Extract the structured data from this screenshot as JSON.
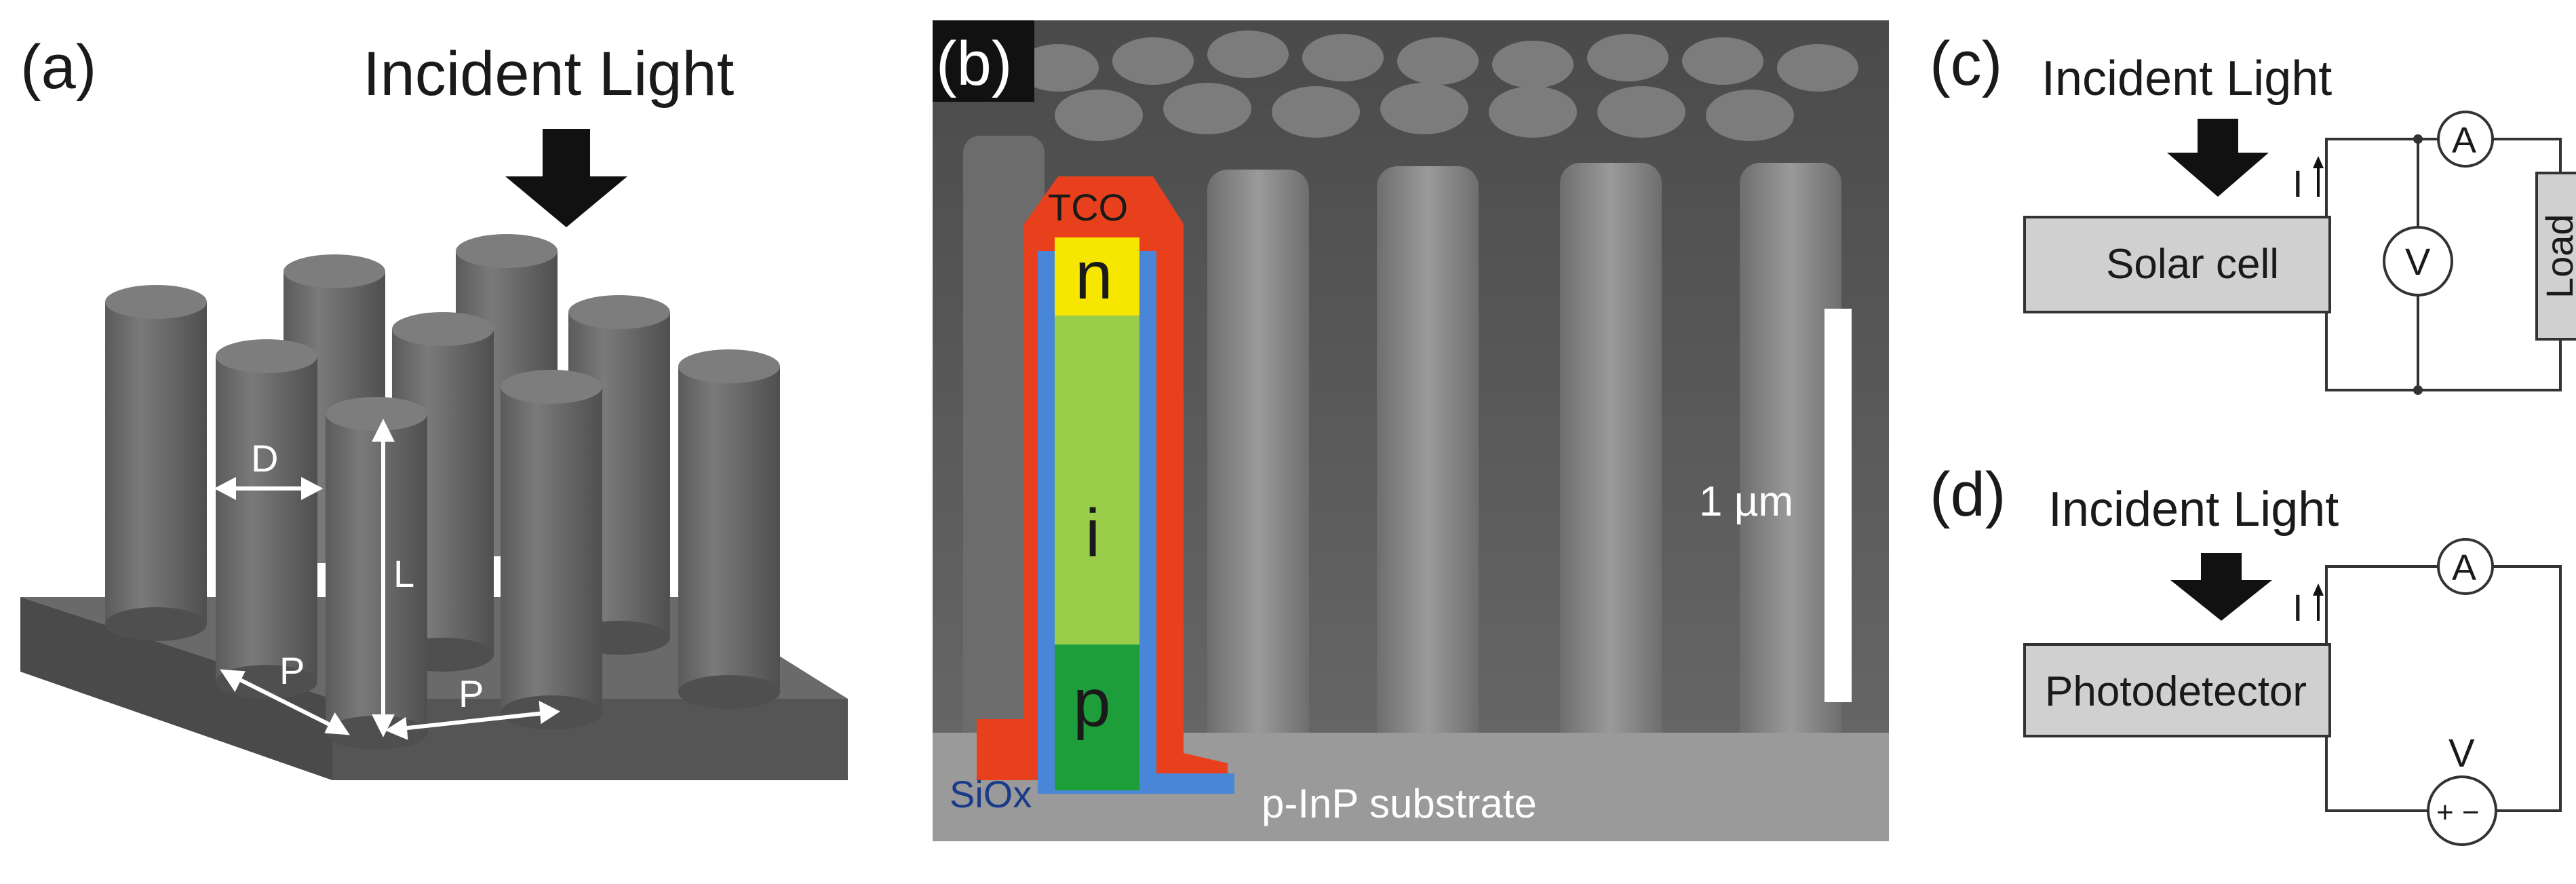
{
  "panel_a": {
    "label": "(a)",
    "incident_light": "Incident Light",
    "dim_diameter": "D",
    "dim_length": "L",
    "dim_pitch_1": "P",
    "dim_pitch_2": "P"
  },
  "panel_b": {
    "label": "(b)",
    "layer_tco": "TCO",
    "layer_n": "n",
    "layer_i": "i",
    "layer_p": "p",
    "layer_siox": "SiOx",
    "substrate": "p-InP substrate",
    "scale_bar": "1 µm",
    "colors": {
      "tco": "#e8401c",
      "n": "#f7e600",
      "i": "#9acd4a",
      "p": "#1e9e3a",
      "siox": "#4a86d8"
    }
  },
  "panel_c": {
    "label": "(c)",
    "incident_light": "Incident Light",
    "device": "Solar cell",
    "current": "I",
    "ammeter": "A",
    "voltmeter": "V",
    "load": "Load"
  },
  "panel_d": {
    "label": "(d)",
    "incident_light": "Incident Light",
    "device": "Photodetector",
    "current": "I",
    "ammeter": "A",
    "source_voltage": "V",
    "source_polarity": "+ −"
  }
}
